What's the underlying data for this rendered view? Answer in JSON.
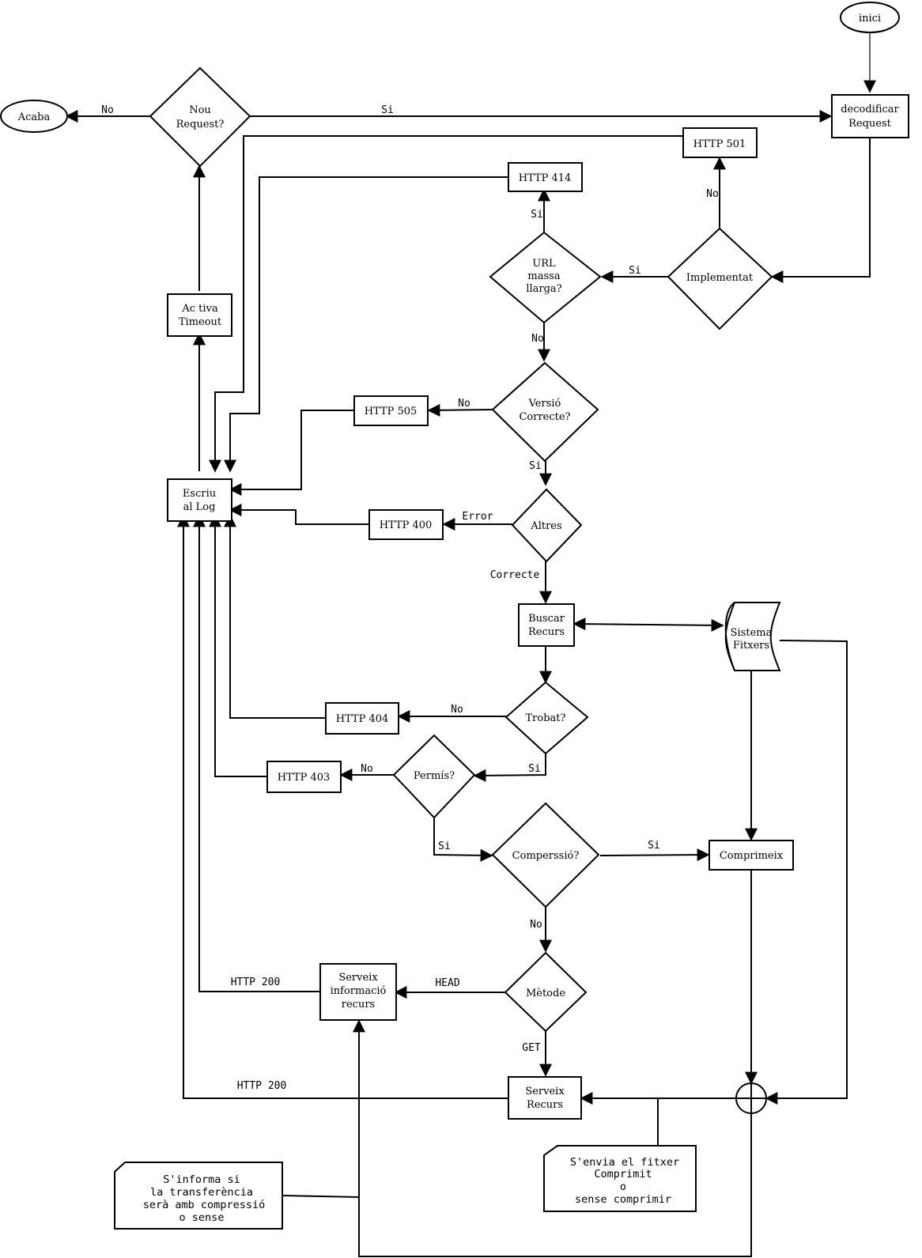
{
  "nodes": {
    "inici": "inici",
    "acaba": "Acaba",
    "nou_request": [
      "Nou",
      "Request?"
    ],
    "decodificar": [
      "decodificar",
      "Request"
    ],
    "http501": "HTTP 501",
    "http414": "HTTP 414",
    "implementat": "Implementat",
    "url_llarga": [
      "URL",
      "massa",
      "llarga?"
    ],
    "activa_timeout": [
      "Ac tiva",
      "Timeout"
    ],
    "versio": [
      "Versió",
      "Correcte?"
    ],
    "http505": "HTTP 505",
    "escriu_log": [
      "Escriu",
      "al Log"
    ],
    "altres": "Altres",
    "http400": "HTTP 400",
    "buscar": [
      "Buscar",
      "Recurs"
    ],
    "sistema": [
      "Sistema",
      "Fitxers"
    ],
    "trobat": "Trobat?",
    "http404": "HTTP 404",
    "permis": "Permís?",
    "http403": "HTTP 403",
    "compressio": "Comperssió?",
    "comprimeix": "Comprimeix",
    "metode": "Mètode",
    "serveix_info": [
      "Serveix",
      "informació",
      "recurs"
    ],
    "serveix_recurs": [
      "Serveix",
      "Recurs"
    ]
  },
  "edge_labels": {
    "no_acaba": "No",
    "si_decodificar": "Si",
    "no_501": "No",
    "si_url": "Si",
    "si_414": "Si",
    "no_versio": "No",
    "no_505": "No",
    "si_altres": "Si",
    "error_400": "Error",
    "correcte": "Correcte",
    "no_404": "No",
    "si_permis": "Si",
    "no_403": "No",
    "si_compressio": "Si",
    "si_comprimeix": "Si",
    "no_metode": "No",
    "head": "HEAD",
    "get": "GET",
    "http200_info": "HTTP 200",
    "http200_recurs": "HTTP 200"
  },
  "notes": {
    "compressio_info": [
      "S'informa si",
      "la transferència",
      "serà amb compressió",
      "o sense"
    ],
    "envia_fitxer": [
      "S'envia el fitxer",
      "Comprimit",
      "o",
      "sense comprimir"
    ]
  }
}
